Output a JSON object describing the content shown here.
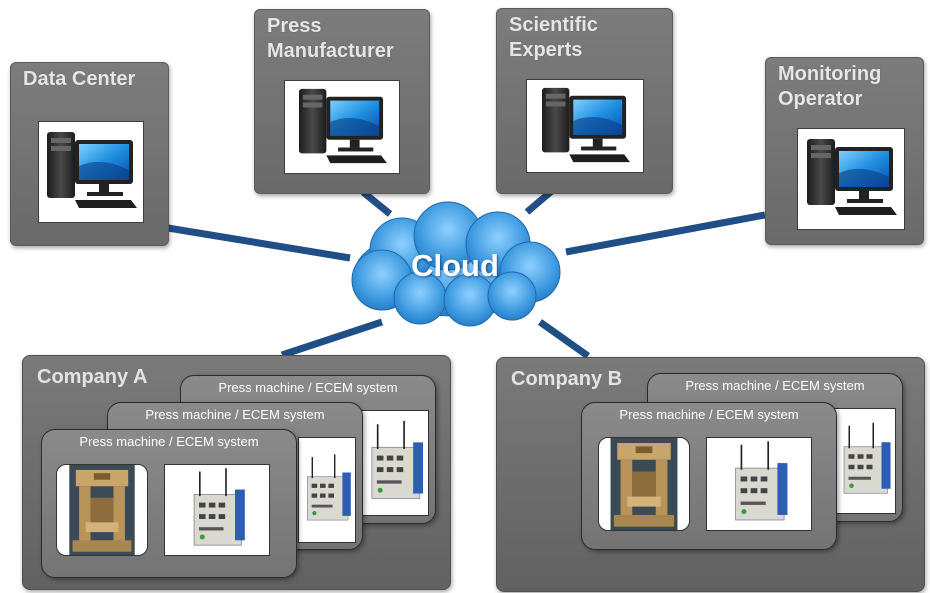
{
  "cloud": {
    "label": "Cloud",
    "icon": "cloud-icon",
    "color": "#2f86c8"
  },
  "colors": {
    "link": "#1f4f86",
    "panel": "#737373",
    "panel_text": "#e6e6e6"
  },
  "stations": [
    {
      "id": "data-center",
      "label": "Data Center",
      "icon": "desktop-computer-icon"
    },
    {
      "id": "press-manufacturer",
      "label": "Press\nManufacturer",
      "icon": "desktop-computer-icon"
    },
    {
      "id": "scientific-experts",
      "label": "Scientific\nExperts",
      "icon": "desktop-computer-icon"
    },
    {
      "id": "monitoring-operator",
      "label": "Monitoring\nOperator",
      "icon": "desktop-computer-icon"
    }
  ],
  "companies": [
    {
      "label": "Company A",
      "systems": [
        {
          "label": "Press machine / ECEM system"
        },
        {
          "label": "Press machine / ECEM system"
        },
        {
          "label": "Press machine / ECEM system"
        }
      ]
    },
    {
      "label": "Company B",
      "systems": [
        {
          "label": "Press machine / ECEM system"
        },
        {
          "label": "Press machine / ECEM system"
        }
      ]
    }
  ],
  "system_images": {
    "press": "press-machine-photo",
    "controller": "ecem-controller-photo"
  }
}
